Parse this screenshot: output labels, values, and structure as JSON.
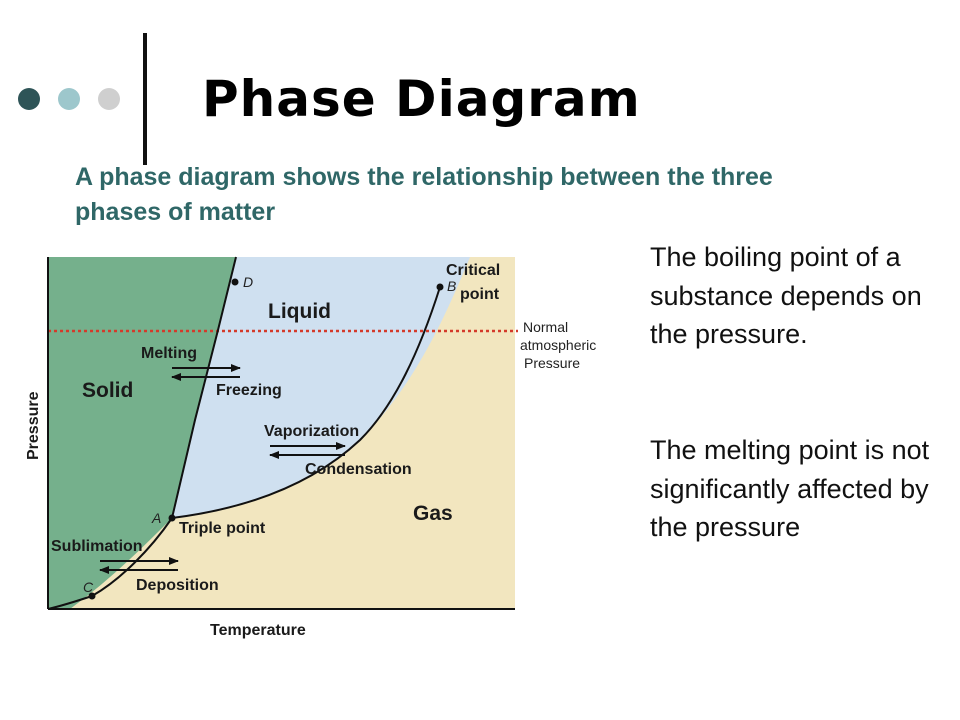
{
  "slide": {
    "title": "Phase  Diagram",
    "subtitle": "A phase diagram shows the relationship between the three phases of matter",
    "note_boiling": "The boiling point of a substance depends on the pressure.",
    "note_melting": "The melting point is not significantly affected by the pressure",
    "colors": {
      "dot1": "#2e5457",
      "dot2": "#9dc7cc",
      "dot3": "#cfcfcf",
      "subtitle": "#2f6767"
    }
  },
  "diagram": {
    "regions": {
      "solid": "Solid",
      "liquid": "Liquid",
      "gas": "Gas"
    },
    "transitions": {
      "melting": "Melting",
      "freezing": "Freezing",
      "vaporization": "Vaporization",
      "condensation": "Condensation",
      "sublimation": "Sublimation",
      "deposition": "Deposition"
    },
    "points": {
      "a": "A",
      "b": "B",
      "c": "C",
      "d": "D",
      "triple": "Triple point",
      "critical_1": "Critical",
      "critical_2": "point"
    },
    "normal_pressure": [
      "Normal",
      "atmospheric",
      "Pressure"
    ],
    "axes": {
      "x": "Temperature",
      "y": "Pressure"
    },
    "colors": {
      "solid": "#75b08c",
      "liquid": "#cfe0f0",
      "gas": "#f2e6bf",
      "dashed_line": "#d43a2a",
      "curve": "#111111"
    }
  }
}
